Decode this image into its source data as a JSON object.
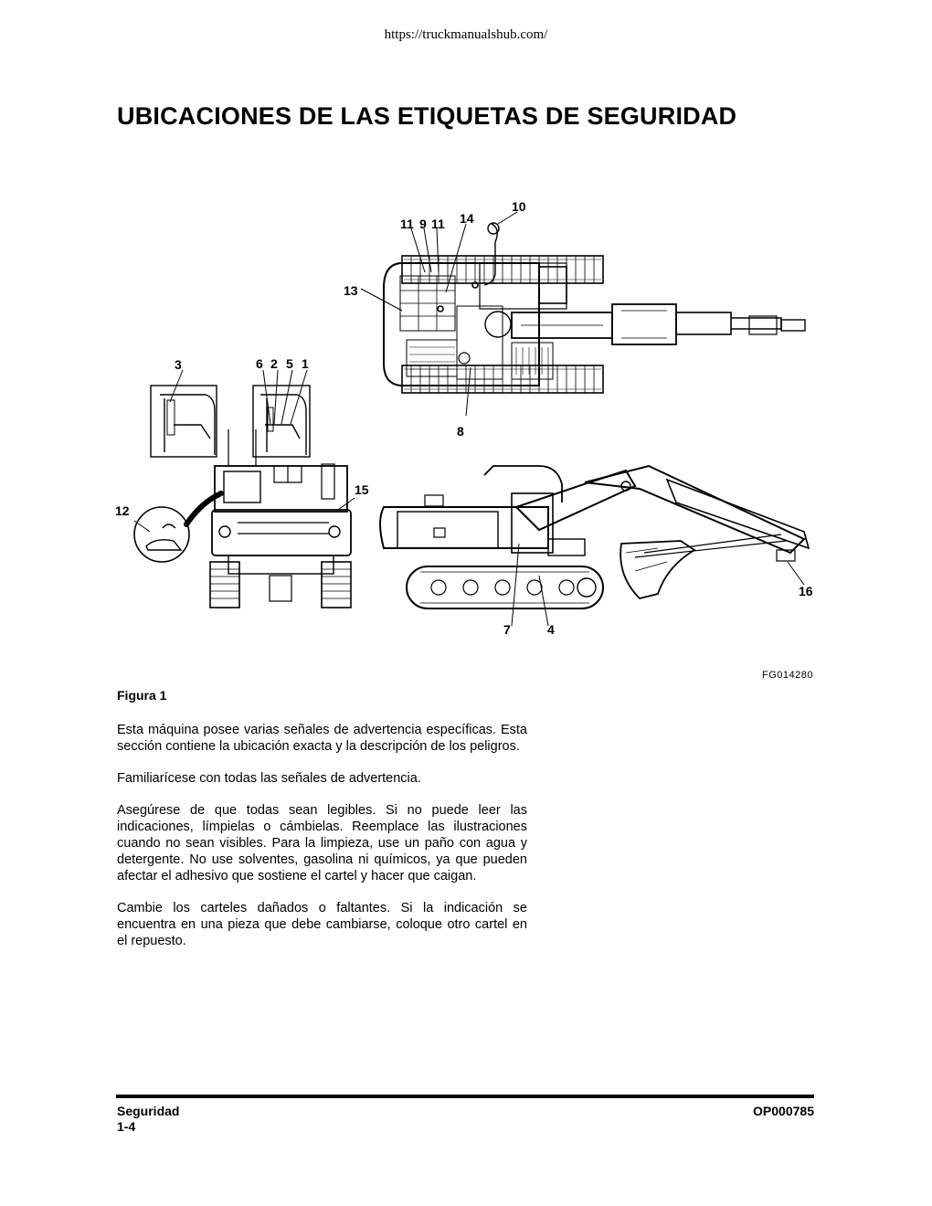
{
  "header": {
    "url": "https://truckmanualshub.com/"
  },
  "page": {
    "title": "UBICACIONES DE LAS ETIQUETAS DE SEGURIDAD"
  },
  "figure": {
    "code": "FG014280",
    "caption": "Figura 1",
    "callouts": [
      "1",
      "2",
      "3",
      "4",
      "5",
      "6",
      "7",
      "8",
      "9",
      "10",
      "11",
      "11",
      "12",
      "13",
      "14",
      "15",
      "16"
    ]
  },
  "body": {
    "paragraphs": [
      "Esta máquina posee varias señales de advertencia específicas. Esta sección contiene la ubicación exacta y la descripción de los peligros.",
      "Familiarícese con todas las señales de advertencia.",
      "Asegúrese de que todas sean legibles. Si no puede leer las indicaciones, límpielas o cámbielas. Reemplace las ilustraciones cuando no sean visibles. Para la limpieza, use un paño con agua y detergente. No use solventes, gasolina ni químicos, ya que pueden afectar el adhesivo que sostiene el cartel y hacer que caigan.",
      "Cambie los carteles dañados o faltantes. Si la indicación se encuentra en una pieza que debe cambiarse, coloque otro cartel en el repuesto."
    ]
  },
  "footer": {
    "section": "Seguridad",
    "page_number": "1-4",
    "doc_code": "OP000785"
  }
}
